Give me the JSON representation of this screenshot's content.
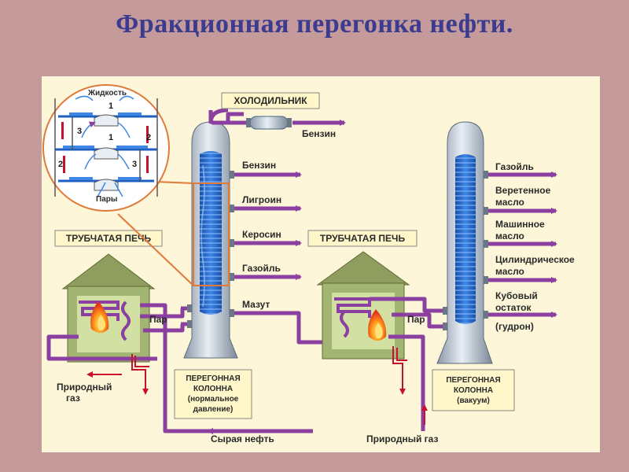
{
  "title": "Фракционная перегонка нефти.",
  "cooler": "ХОЛОДИЛЬНИК",
  "furnace1": "ТРУБЧАТАЯ ПЕЧЬ",
  "furnace2": "ТРУБЧАТАЯ ПЕЧЬ",
  "column1": [
    "ПЕРЕГОННАЯ",
    "КОЛОННА",
    "(нормальное",
    "давление)"
  ],
  "column2": [
    "ПЕРЕГОННАЯ",
    "КОЛОННА",
    "(вакуум)"
  ],
  "products1": {
    "top": "Бензин",
    "benzine": "Бензин",
    "ligroin": "Лигроин",
    "kerosene": "Керосин",
    "gasoil": "Газойль",
    "mazut": "Мазут"
  },
  "products2": {
    "gasoil": "Газойль",
    "spindle": [
      "Веретенное",
      "масло"
    ],
    "machine": [
      "Машинное",
      "масло"
    ],
    "cylinder": [
      "Цилиндрическое",
      "масло"
    ],
    "residue": [
      "Кубовый",
      "остаток"
    ],
    "tar": "(гудрон)"
  },
  "steam1": "Пар",
  "steam2": "Пар",
  "natural_gas1": [
    "Природный",
    "газ"
  ],
  "natural_gas2": "Природный газ",
  "crude_oil": "Сырая нефть",
  "inset": {
    "liquid": "Жидкость",
    "vapors": "Пары",
    "numbers": [
      "1",
      "1",
      "2",
      "2",
      "3",
      "3"
    ]
  },
  "colors": {
    "pipe": "#8b3fa0",
    "arrow_red": "#c8102e",
    "column_blue": "#1f5fbf",
    "house_green": "#9aae6a",
    "background": "#c49a9a"
  }
}
